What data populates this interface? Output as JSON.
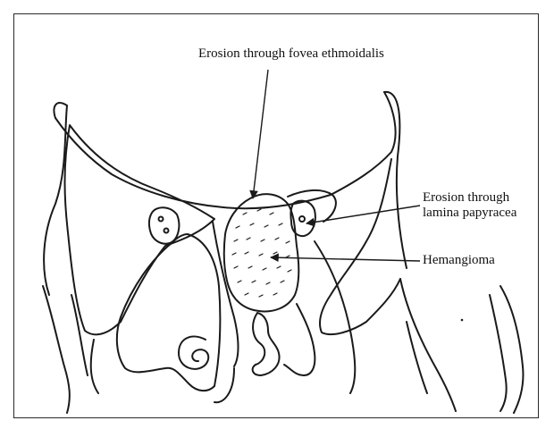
{
  "figure": {
    "colors": {
      "ink": "#1a1a1a",
      "background": "#ffffff"
    },
    "labels": {
      "fovea": "Erosion through fovea ethmoidalis",
      "lamina_line1": "Erosion through",
      "lamina_line2": "lamina papyracea",
      "hemangioma": "Hemangioma"
    }
  }
}
